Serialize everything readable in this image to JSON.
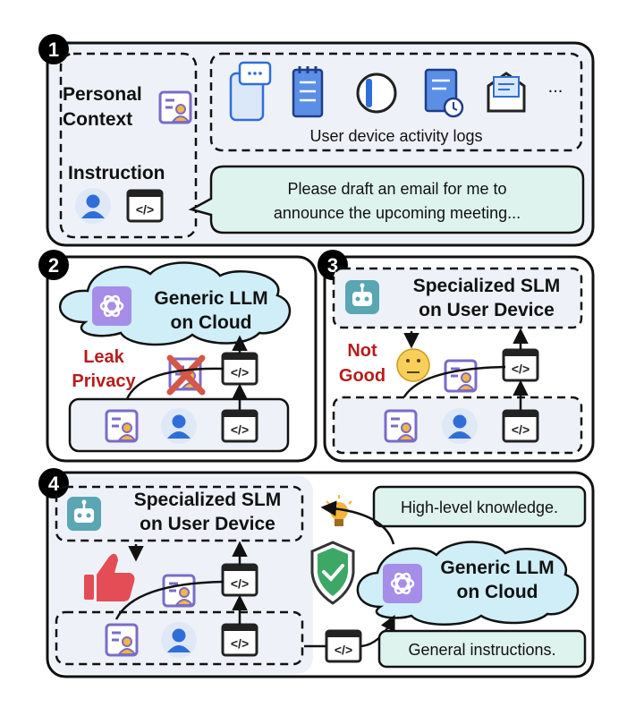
{
  "panel1": {
    "number": "1",
    "personal_context": [
      "Personal",
      "Context"
    ],
    "instruction": "Instruction",
    "more": "...",
    "activity_logs": "User device activity logs",
    "message": [
      "Please draft an email for me to",
      "announce the upcoming meeting..."
    ]
  },
  "panel2": {
    "number": "2",
    "cloud": [
      "Generic LLM",
      "on Cloud"
    ],
    "leak": [
      "Leak",
      "Privacy"
    ]
  },
  "panel3": {
    "number": "3",
    "device": [
      "Specialized SLM",
      "on User Device"
    ],
    "not_good": [
      "Not",
      "Good"
    ]
  },
  "panel4": {
    "number": "4",
    "device": [
      "Specialized SLM",
      "on User Device"
    ],
    "cloud": [
      "Generic LLM",
      "on Cloud"
    ],
    "knowledge": "High-level knowledge.",
    "general": "General instructions."
  },
  "colors": {
    "accent_red": "#b71c1c",
    "cloud_fill": "#cfeef7",
    "chatgpt_purple": "#a58de8",
    "robot_teal": "#5aa6b3",
    "shield_green": "#3da866",
    "note_fill": "#dff3ee"
  }
}
